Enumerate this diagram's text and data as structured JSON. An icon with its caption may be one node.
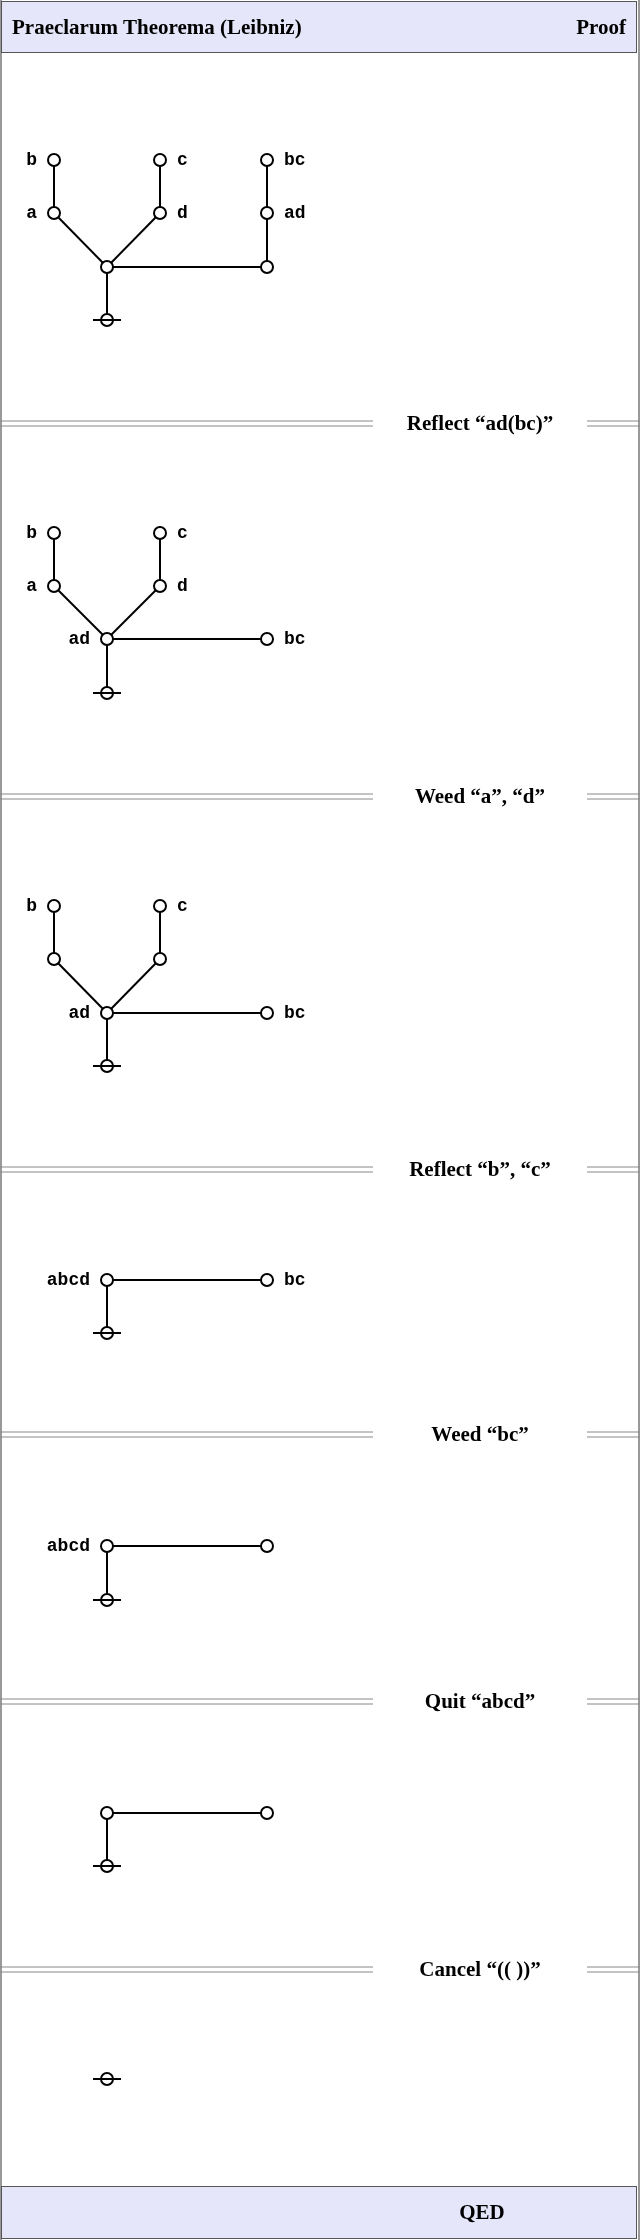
{
  "diagram": {
    "title": "Praeclarum Theorema (Leibniz)",
    "nodes": [
      {
        "text": [],
        "shape": "circle",
        "beside": [
          "b"
        ]
      },
      {
        "text": [],
        "shape": "circle",
        "beside": [
          "c"
        ]
      },
      {
        "text": [],
        "shape": "circle",
        "beside": [
          "bc"
        ]
      },
      {
        "text": [],
        "shape": "circle",
        "beside": [
          "a"
        ]
      },
      {
        "text": [],
        "shape": "circle",
        "beside": [
          "d"
        ]
      },
      {
        "text": [],
        "shape": "circle",
        "beside": [
          "ad"
        ]
      },
      {
        "text": [],
        "shape": "circle"
      },
      {
        "text": [],
        "shape": "circle"
      },
      {
        "text": [],
        "shape": "circle"
      },
      {
        "text": [],
        "shape": "circle",
        "beside": [
          "b"
        ]
      },
      {
        "text": [],
        "shape": "circle",
        "beside": [
          "c"
        ]
      },
      {
        "text": [],
        "shape": "circle",
        "beside": [
          "a"
        ]
      },
      {
        "text": [],
        "shape": "circle",
        "beside": [
          "d"
        ]
      },
      {
        "text": [],
        "shape": "circle",
        "beside": [
          "ad"
        ]
      },
      {
        "text": [],
        "shape": "circle",
        "beside": [
          "bc"
        ]
      },
      {
        "text": [],
        "shape": "circle"
      },
      {
        "text": [],
        "shape": "circle",
        "beside": [
          "b"
        ]
      },
      {
        "text": [],
        "shape": "circle",
        "beside": [
          "c"
        ]
      },
      {
        "text": [],
        "shape": "circle"
      },
      {
        "text": [],
        "shape": "circle"
      },
      {
        "text": [],
        "shape": "circle",
        "beside": [
          "ad"
        ]
      },
      {
        "text": [],
        "shape": "circle",
        "beside": [
          "bc"
        ]
      },
      {
        "text": [],
        "shape": "circle"
      },
      {
        "text": [],
        "shape": "circle",
        "beside": [
          "abcd"
        ]
      },
      {
        "text": [],
        "shape": "circle",
        "beside": [
          "bc"
        ]
      },
      {
        "text": [],
        "shape": "circle"
      },
      {
        "text": [],
        "shape": "circle",
        "beside": [
          "abcd"
        ]
      },
      {
        "text": [],
        "shape": "circle"
      },
      {
        "text": [],
        "shape": "circle"
      },
      {
        "text": [],
        "shape": "circle"
      },
      {
        "text": [],
        "shape": "circle"
      },
      {
        "text": [],
        "shape": "circle"
      },
      {
        "text": [],
        "shape": "circle"
      }
    ],
    "edges": [
      {
        "from": 3,
        "to": 0,
        "arrow": "none"
      },
      {
        "from": 4,
        "to": 1,
        "arrow": "none"
      },
      {
        "from": 5,
        "to": 2,
        "arrow": "none"
      },
      {
        "from": 6,
        "to": 3,
        "arrow": "none"
      },
      {
        "from": 6,
        "to": 4,
        "arrow": "none"
      },
      {
        "from": 6,
        "to": 7,
        "arrow": "none"
      },
      {
        "from": 7,
        "to": 5,
        "arrow": "none"
      },
      {
        "from": 8,
        "to": 6,
        "arrow": "none"
      },
      {
        "from": 11,
        "to": 9,
        "arrow": "none"
      },
      {
        "from": 12,
        "to": 10,
        "arrow": "none"
      },
      {
        "from": 13,
        "to": 11,
        "arrow": "none"
      },
      {
        "from": 13,
        "to": 12,
        "arrow": "none"
      },
      {
        "from": 13,
        "to": 14,
        "arrow": "none"
      },
      {
        "from": 15,
        "to": 13,
        "arrow": "none"
      },
      {
        "from": 18,
        "to": 16,
        "arrow": "none"
      },
      {
        "from": 19,
        "to": 17,
        "arrow": "none"
      },
      {
        "from": 20,
        "to": 18,
        "arrow": "none"
      },
      {
        "from": 20,
        "to": 19,
        "arrow": "none"
      },
      {
        "from": 20,
        "to": 21,
        "arrow": "none"
      },
      {
        "from": 22,
        "to": 20,
        "arrow": "none"
      },
      {
        "from": 23,
        "to": 24,
        "arrow": "none"
      },
      {
        "from": 25,
        "to": 23,
        "arrow": "none"
      },
      {
        "from": 26,
        "to": 27,
        "arrow": "none"
      },
      {
        "from": 28,
        "to": 26,
        "arrow": "none"
      },
      {
        "from": 29,
        "to": 30,
        "arrow": "none"
      },
      {
        "from": 31,
        "to": 29,
        "arrow": "none"
      }
    ],
    "labels": [
      "Proof",
      "Reflect “ad(bc)”",
      "Weed “a”, “d”",
      "Reflect “b”, “c”",
      "Weed “bc”",
      "Quit “abcd”",
      "Cancel “(( ))”",
      "QED"
    ]
  }
}
